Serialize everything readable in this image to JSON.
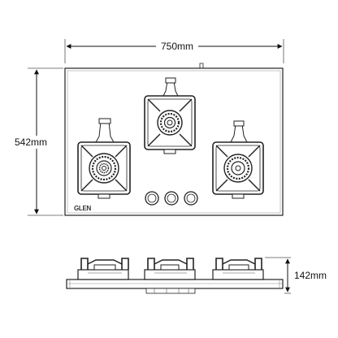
{
  "dimensions": {
    "width": "750mm",
    "depth": "542mm",
    "height": "142mm"
  },
  "brand": "GLEN",
  "top_view": {
    "burners": [
      {
        "name": "left",
        "size": "large"
      },
      {
        "name": "center",
        "size": "small"
      },
      {
        "name": "right",
        "size": "medium"
      }
    ],
    "knobs": 3
  },
  "side_view": {
    "burner_count": 3
  }
}
